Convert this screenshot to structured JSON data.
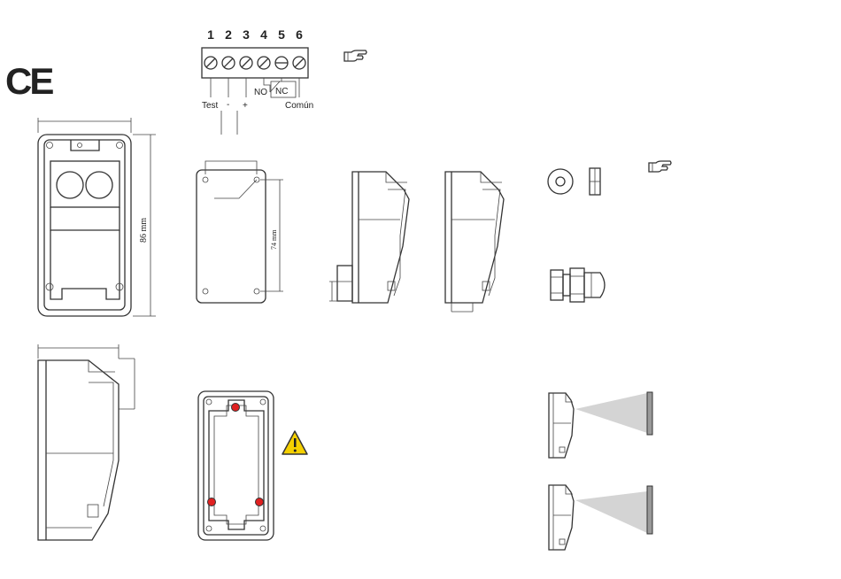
{
  "terminal_numbers": [
    "1",
    "2",
    "3",
    "4",
    "5",
    "6"
  ],
  "terminal_labels": {
    "test": "Test",
    "minus": "-",
    "plus": "+",
    "no": "NO",
    "nc": "NC",
    "common": "Común"
  },
  "ce_mark": "CE",
  "dimensions": {
    "height": "86 mm",
    "hole_spacing": "74 mm"
  },
  "colors": {
    "line": "#333333",
    "warning_fill": "#f5d000",
    "red_marker": "#e02020",
    "beam": "#d4d4d4"
  },
  "icons": [
    "pointing-hand-icon",
    "warning-icon"
  ]
}
